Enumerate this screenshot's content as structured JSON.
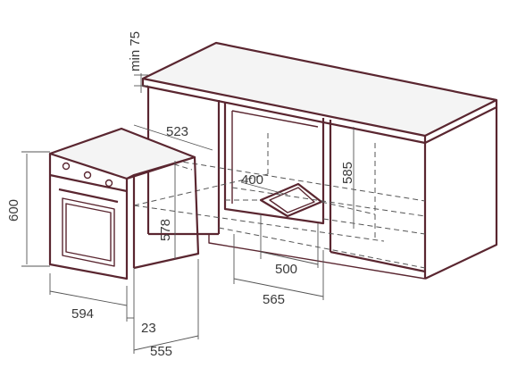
{
  "dimensions": {
    "min_clearance": "min 75",
    "cabinet_depth": "523",
    "niche_height": "585",
    "niche_floor_depth": "400",
    "oven_body_height": "578",
    "niche_floor_width": "500",
    "niche_width": "565",
    "oven_height": "600",
    "oven_width": "594",
    "panel_thickness": "23",
    "oven_depth": "555"
  },
  "colors": {
    "outline": "#5a2630",
    "dimension_lines": "#555555",
    "text": "#3a3a3a"
  }
}
